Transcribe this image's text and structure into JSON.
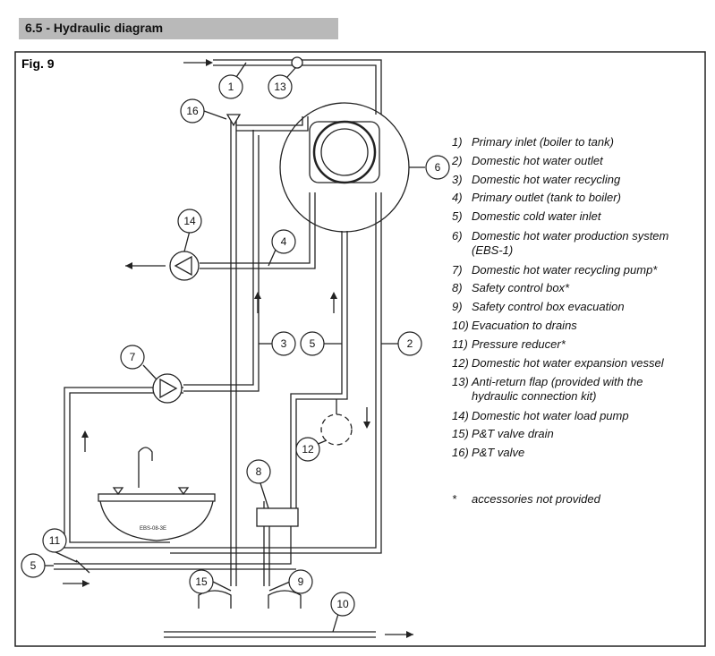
{
  "section_title": "6.5  -  Hydraulic diagram",
  "figure_label": "Fig. 9",
  "legend": [
    {
      "num": "1)",
      "text": "Primary inlet (boiler to tank)"
    },
    {
      "num": "2)",
      "text": "Domestic hot water outlet"
    },
    {
      "num": "3)",
      "text": "Domestic hot water recycling"
    },
    {
      "num": "4)",
      "text": "Primary outlet (tank to boiler)"
    },
    {
      "num": "5)",
      "text": "Domestic cold water inlet"
    },
    {
      "num": "6)",
      "text": "Domestic hot water production system"
    },
    {
      "num": "",
      "text": "(EBS-1)"
    },
    {
      "num": "7)",
      "text": "Domestic hot water recycling pump*"
    },
    {
      "num": "8)",
      "text": "Safety control box*"
    },
    {
      "num": "9)",
      "text": "Safety control box evacuation"
    },
    {
      "num": "10)",
      "text": "Evacuation to drains"
    },
    {
      "num": "11)",
      "text": "Pressure reducer*"
    },
    {
      "num": "12)",
      "text": "Domestic hot water expansion vessel"
    },
    {
      "num": "13)",
      "text": "Anti-return flap (provided with the"
    },
    {
      "num": "",
      "text": "hydraulic connection kit)"
    },
    {
      "num": "14)",
      "text": "Domestic hot water load pump"
    },
    {
      "num": "15)",
      "text": "P&T valve drain"
    },
    {
      "num": "16)",
      "text": "P&T valve"
    }
  ],
  "footnote_mark": "*",
  "footnote_text": "accessories not provided",
  "callouts": [
    "1",
    "2",
    "3",
    "4",
    "5",
    "5",
    "6",
    "7",
    "8",
    "9",
    "10",
    "11",
    "12",
    "13",
    "14",
    "15",
    "16"
  ],
  "sink_label": "EBS-08-3E",
  "colors": {
    "header_bg": "#b9b9b9",
    "line": "#222222"
  }
}
